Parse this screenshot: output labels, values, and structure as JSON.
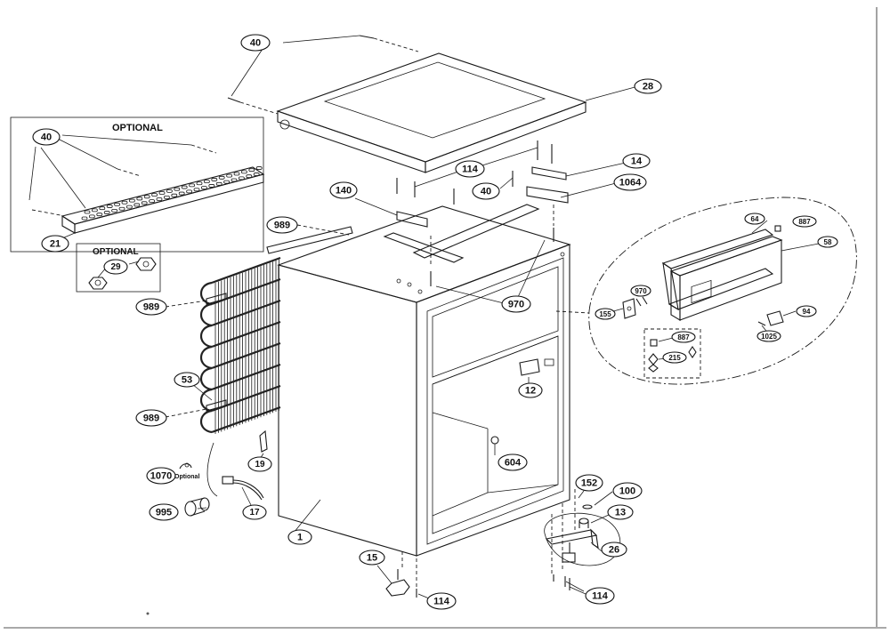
{
  "labels": {
    "optional_top": "OPTIONAL",
    "optional_bottom": "OPTIONAL",
    "optional_small": "Optional"
  },
  "callouts": {
    "c40a": "40",
    "c28": "28",
    "c40b": "40",
    "c21": "21",
    "c29": "29",
    "c114a": "114",
    "c14": "14",
    "c140": "140",
    "c40c": "40",
    "c1064": "1064",
    "c989a": "989",
    "c989b": "989",
    "c989c": "989",
    "c53": "53",
    "c970a": "970",
    "c12": "12",
    "c604": "604",
    "c19": "19",
    "c1070": "1070",
    "c995": "995",
    "c17": "17",
    "c1": "1",
    "c15": "15",
    "c114b": "114",
    "c152": "152",
    "c100": "100",
    "c13": "13",
    "c26": "26",
    "c114c": "114",
    "c64": "64",
    "c887a": "887",
    "c58": "58",
    "c970b": "970",
    "c155": "155",
    "c94": "94",
    "c1025": "1025",
    "c887b": "887",
    "c215": "215"
  }
}
